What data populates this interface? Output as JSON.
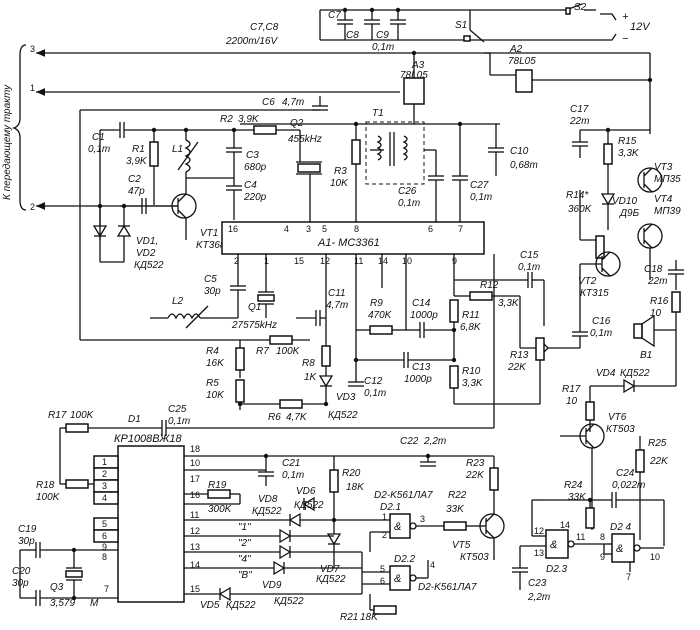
{
  "side_label": "К передающему тракту",
  "terminals": {
    "t1": "1",
    "t2": "2",
    "t3": "3"
  },
  "power": {
    "voltage": "12V",
    "plus": "+",
    "minus": "−"
  },
  "chips": {
    "a1": "A1- MC3361",
    "a1_pins": {
      "p16": "16",
      "p4": "4",
      "p3": "3",
      "p5": "5",
      "p8": "8",
      "p6": "6",
      "p7": "7",
      "p2": "2",
      "p1": "1",
      "p15": "15",
      "p12": "12",
      "p11": "11",
      "p14": "14",
      "p10": "10",
      "p9": "9"
    },
    "dd1": "КР1008ВЖ18",
    "dd1_pins": {
      "p1": "1",
      "p2": "2",
      "p3": "3",
      "p4": "4",
      "p5": "5",
      "p6": "6",
      "p9": "9",
      "p8": "8",
      "p7": "7",
      "p18": "18",
      "p10": "10",
      "p17": "17",
      "p16": "16",
      "p11": "11",
      "p12": "12",
      "p13": "13",
      "p14": "14",
      "p15": "15"
    },
    "a2": "A2",
    "a2_type": "78L05",
    "a3": "A3",
    "a3_type": "78L05",
    "d21": "D2.1",
    "d21_type": "D2-K561ЛА7",
    "d21_pins": {
      "p1": "1",
      "p2": "2",
      "p3": "3"
    },
    "d22": "D2.2",
    "d22_type": "D2-K561ЛА7",
    "d22_pins": {
      "p5": "5",
      "p6": "6",
      "p4": "4"
    },
    "d23": "D2.3",
    "d23_pins": {
      "p12": "12",
      "p13": "13",
      "p14": "14",
      "p11": "11"
    },
    "d24": "D2 4",
    "d24_pins": {
      "p8": "8",
      "p9": "9",
      "p10": "10",
      "p7": "7"
    },
    "nand": "&"
  },
  "parts": {
    "c7c8": "C7,C8",
    "c7c8_val": "2200m/16V",
    "c7": "C7",
    "c8": "C8",
    "c9": "C9",
    "c9_val": "0,1m",
    "s1": "S1",
    "s2": "S2",
    "c6": "C6",
    "c6_val": "4,7m",
    "c1": "C1",
    "c1_val": "0,1m",
    "r1": "R1",
    "r1_val": "3,9K",
    "c2": "C2",
    "c2_val": "47p",
    "l1": "L1",
    "r2": "R2",
    "r2_val": "3,9K",
    "c3": "C3",
    "c3_val": "680p",
    "c4": "C4",
    "c4_val": "220p",
    "q2": "Q2",
    "q2_val": "455kHz",
    "t1": "T1",
    "r3": "R3",
    "r3_val": "10K",
    "c26": "C26",
    "c26_val": "0,1m",
    "c27": "C27",
    "c27_val": "0,1m",
    "c10": "C10",
    "c10_val": "0,68m",
    "vt1": "VT1",
    "vt1_type": "KT368",
    "vd1": "VD1,",
    "vd2": "VD2",
    "vd12_type": "КД522",
    "c5": "C5",
    "c5_val": "30p",
    "q1": "Q1",
    "q1_val": "27575kHz",
    "l2": "L2",
    "c11": "C11",
    "c11_val": "4,7m",
    "c15": "C15",
    "c15_val": "0,1m",
    "r9": "R9",
    "r9_val": "470K",
    "c14": "C14",
    "c14_val": "1000p",
    "r12": "R12",
    "r12_val": "3,3K",
    "r11": "R11",
    "r11_val": "6,8K",
    "r13": "R13",
    "r13_val": "22K",
    "r4": "R4",
    "r4_val": "16K",
    "r7": "R7",
    "r7_val": "100K",
    "r8": "R8",
    "r8_val": "1K",
    "c13": "C13",
    "c13_val": "1000p",
    "r10": "R10",
    "r10_val": "3,3K",
    "r5": "R5",
    "r5_val": "10K",
    "c12": "C12",
    "c12_val": "0,1m",
    "vd3": "VD3",
    "vd3_type": "КД522",
    "r6": "R6",
    "r6_val": "4,7K",
    "c17": "C17",
    "c17_val": "22m",
    "r15": "R15",
    "r15_val": "3,3K",
    "vt3": "VT3",
    "vt3_type": "МП35",
    "vd10": "VD10",
    "vd10_type": "Д9Б",
    "vt4": "VT4",
    "vt4_type": "МП39",
    "r14": "R14*",
    "r14_val": "360K",
    "vt2": "VT2",
    "vt2_type": "КТ315",
    "c18": "C18",
    "c18_val": "22m",
    "r16": "R16",
    "r16_val": "10",
    "c16": "C16",
    "c16_val": "0,1m",
    "b1": "B1",
    "vd4": "VD4",
    "vd4_type": "КД522",
    "r17b": "R17",
    "r17b_val": "10",
    "vt6": "VT6",
    "vt6_type": "КТ503",
    "r25": "R25",
    "r25_val": "22K",
    "r17": "R17",
    "r17_val": "100K",
    "d1": "D1",
    "c25": "C25",
    "c25_val": "0,1m",
    "c22": "C22",
    "c22_val": "2,2m",
    "r18": "R18",
    "r18_val": "100K",
    "c21": "C21",
    "c21_val": "0,1m",
    "r20": "R20",
    "r20_val": "18K",
    "r23": "R23",
    "r23_val": "22K",
    "r24": "R24",
    "r24_val": "33K",
    "c24": "C24",
    "c24_val": "0,022m",
    "r19": "R19",
    "r19_val": "300K",
    "vd8": "VD8",
    "vd8_type": "КД522",
    "vd6": "VD6",
    "vd6_type": "КД522",
    "r22": "R22",
    "r22_val": "33K",
    "vt5": "VT5",
    "vt5_type": "КТ503",
    "vd7": "VD7",
    "vd7_type": "КД522",
    "vd9": "VD9",
    "vd9_type": "КД522",
    "vd5": "VD5",
    "vd5_type": "КД522",
    "c23": "C23",
    "c23_val": "2,2m",
    "r21": "R21",
    "r21_val": "18K",
    "c19": "C19",
    "c19_val": "30p",
    "c20": "C20",
    "c20_val": "30p",
    "q3": "Q3",
    "q3_val": "3,579",
    "q3_unit": "M",
    "code1": "\"1\"",
    "code2": "\"2\"",
    "code4": "\"4\"",
    "codeB": "\"B\""
  }
}
